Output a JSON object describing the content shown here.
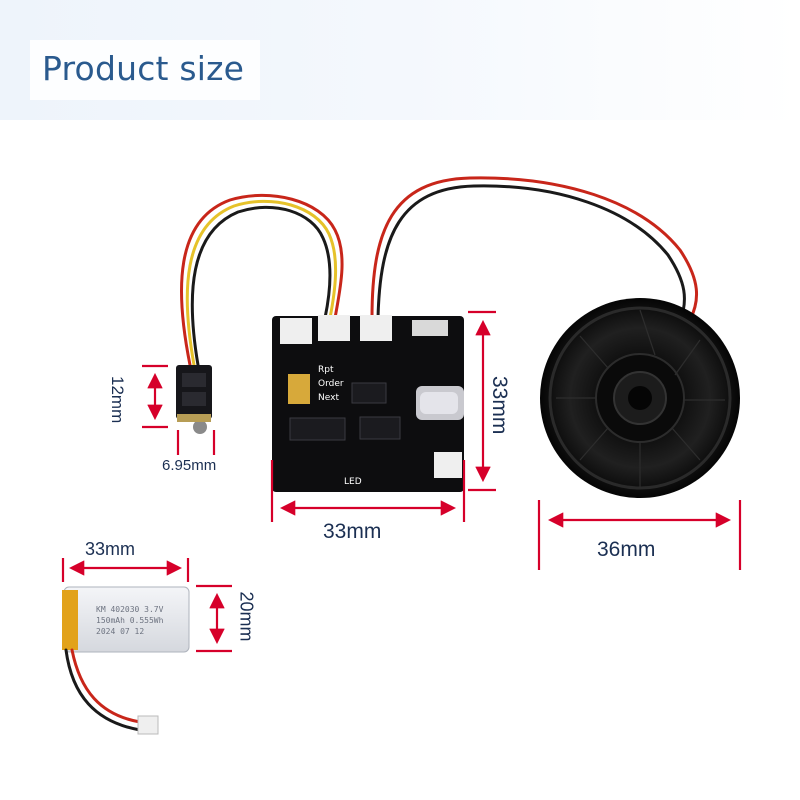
{
  "title": "Product size",
  "dimensions": {
    "mic_height": "12mm",
    "mic_width": "6.95mm",
    "board_height": "33mm",
    "board_width": "33mm",
    "speaker_diameter": "36mm",
    "battery_length": "33mm",
    "battery_width": "20mm"
  },
  "battery_label": {
    "line1": "KM 402030 3.7V",
    "line2": "150mAh 0.555Wh",
    "line3": "2024 07 12"
  },
  "board_silkscreen": {
    "rpt": "Rpt",
    "order": "Order",
    "next": "Next",
    "led": "LED"
  },
  "colors": {
    "dimension_line": "#d6002a",
    "title": "#2a5a8e",
    "pcb": "#0d0d0f",
    "speaker": "#151515",
    "battery": "#e7e9ee",
    "kapton": "#e2a21a",
    "wire_red": "#c8261a",
    "wire_black": "#1a1a1a",
    "wire_yellow": "#e6c22a"
  }
}
